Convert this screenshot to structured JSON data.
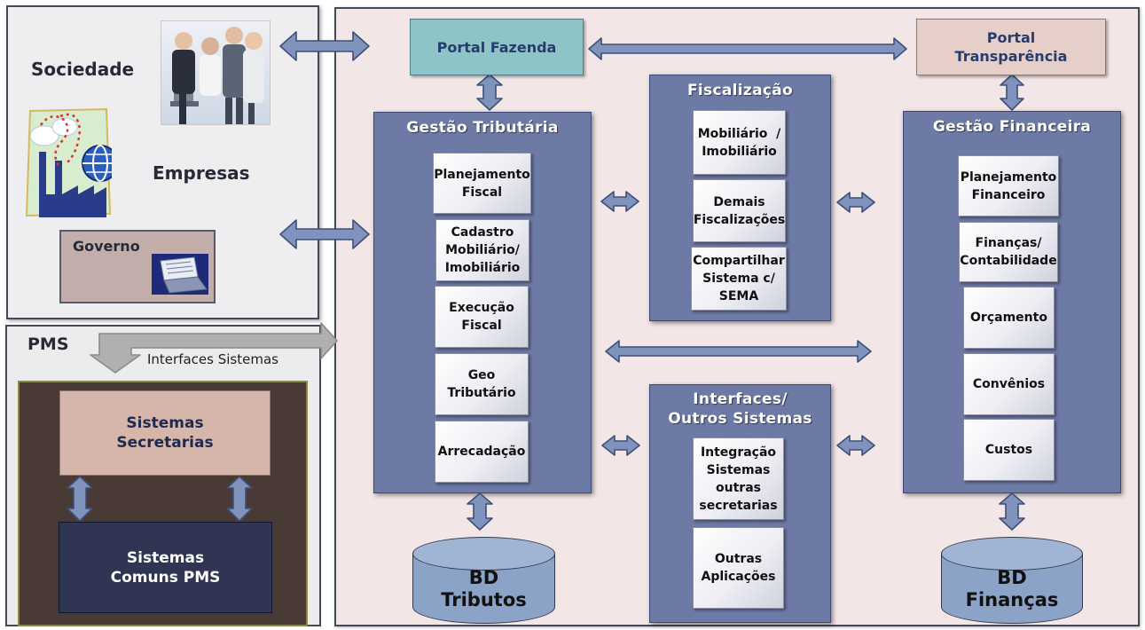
{
  "left_panel": {
    "sociedade": "Sociedade",
    "empresas": "Empresas",
    "governo": "Governo",
    "icons": [
      "people-photo",
      "factory-globe-icon",
      "laptop-icon"
    ]
  },
  "pms": {
    "title": "PMS",
    "interfaces_label": "Interfaces Sistemas",
    "sistemas_secretarias": "Sistemas\nSecretarias",
    "sistemas_comuns": "Sistemas\nComuns PMS"
  },
  "portals": {
    "fazenda": "Portal Fazenda",
    "transparencia": "Portal\nTransparência"
  },
  "gestao_tributaria": {
    "title": "Gestão Tributária",
    "items": [
      "Planejamento\nFiscal",
      "Cadastro\nMobiliário/\nImobiliário",
      "Execução\nFiscal",
      "Geo\nTributário",
      "Arrecadação"
    ]
  },
  "fiscalizacao": {
    "title": "Fiscalização",
    "items": [
      "Mobiliário  /\nImobiliário",
      "Demais\nFiscalizações",
      "Compartilhar\nSistema c/\nSEMA"
    ]
  },
  "interfaces": {
    "title": "Interfaces/\nOutros Sistemas",
    "items": [
      "Integração\nSistemas\noutras\nsecretarias",
      "Outras\nAplicações"
    ]
  },
  "gestao_financeira": {
    "title": "Gestão Financeira",
    "items": [
      "Planejamento\nFinanceiro",
      "Finanças/\nContabilidade",
      "Orçamento",
      "Convênios",
      "Custos"
    ]
  },
  "databases": {
    "tributos": "BD\nTributos",
    "financas": "BD\nFinanças"
  },
  "colors": {
    "panel_blue": "#6e7aa6",
    "portal_fazenda": "#8ec3c8",
    "portal_transparencia": "#e6cfc9",
    "arrow": "#7f93bd",
    "dark_box": "#4a3a36",
    "secretarias": "#d6b5ab",
    "comuns": "#2f3552"
  }
}
